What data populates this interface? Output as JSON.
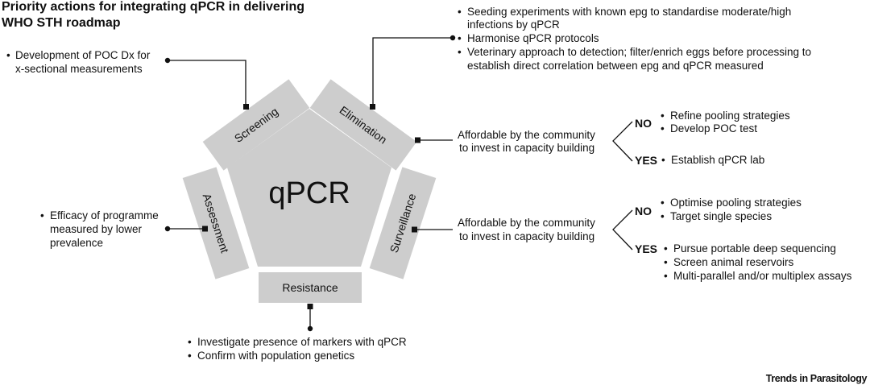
{
  "title": {
    "line1": "Priority actions for integrating qPCR in delivering",
    "line2": "WHO STH roadmap"
  },
  "center": {
    "label": "qPCR",
    "color": "#cdcdcd"
  },
  "segments": {
    "screening": "Screening",
    "elimination": "Elimination",
    "surveillance": "Surveillance",
    "resistance": "Resistance",
    "assessment": "Assessment"
  },
  "screening_notes": {
    "bullet": "•",
    "lines": [
      "Development of POC Dx for",
      "x-sectional measurements"
    ]
  },
  "elimination_notes": {
    "bullet": "•",
    "items": [
      [
        "Seeding experiments with known epg to standardise moderate/high",
        "infections by qPCR"
      ],
      [
        "Harmonise qPCR protocols"
      ],
      [
        "Veterinary approach to detection; filter/enrich eggs before processing to",
        "establish direct correlation between epg and qPCR measured"
      ]
    ]
  },
  "elimination_decision": {
    "question": [
      "Affordable by the community",
      "to invest in capacity building"
    ],
    "no_label": "NO",
    "no_items": [
      "Refine pooling strategies",
      "Develop POC test"
    ],
    "yes_label": "YES",
    "yes_items": [
      "Establish qPCR lab"
    ]
  },
  "surveillance_decision": {
    "question": [
      "Affordable by the community",
      "to invest in capacity building"
    ],
    "no_label": "NO",
    "no_items": [
      "Optimise pooling strategies",
      "Target single species"
    ],
    "yes_label": "YES",
    "yes_items": [
      "Pursue portable deep sequencing",
      "Screen animal reservoirs",
      "Multi-parallel and/or multiplex assays"
    ]
  },
  "assessment_notes": {
    "bullet": "•",
    "lines": [
      "Efficacy of programme",
      "measured by lower",
      "prevalence"
    ]
  },
  "resistance_notes": {
    "bullet": "•",
    "items": [
      "Investigate presence of markers with qPCR",
      "Confirm with population genetics"
    ]
  },
  "credit": "Trends in Parasitology"
}
